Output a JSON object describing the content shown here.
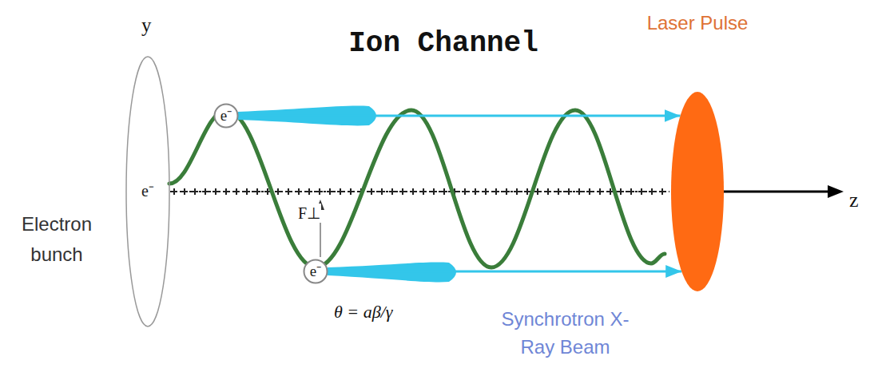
{
  "diagram": {
    "title": "Ion Channel",
    "nodes": [
      {
        "text": [
          "e⁻"
        ]
      },
      {
        "text": [
          "e⁻"
        ]
      },
      {
        "text": [
          "e⁻"
        ]
      },
      {
        "text": [
          "Laser Pulse"
        ]
      }
    ],
    "edges": [
      {
        "from": 1,
        "to": 3,
        "arrow": "to"
      },
      {
        "from": 2,
        "to": 3,
        "arrow": "to"
      }
    ],
    "labels": [
      "y",
      "z",
      "F⊥",
      "θ = aβ/γ",
      "Synchrotron X-Ray Beam",
      "Electron bunch"
    ]
  }
}
